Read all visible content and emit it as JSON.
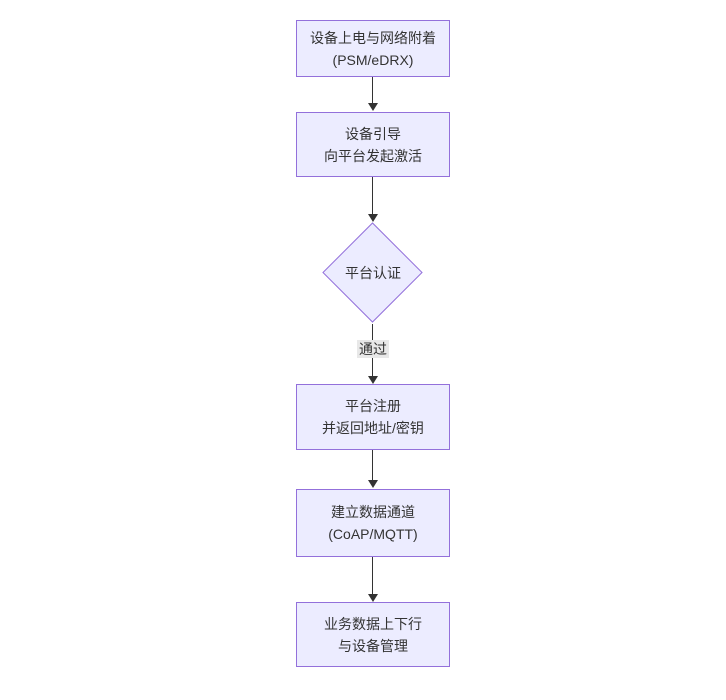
{
  "diagram": {
    "type": "flowchart",
    "direction": "top-down",
    "colors": {
      "background": "#ffffff",
      "node_fill": "#ECECFF",
      "node_border": "#9370DB",
      "edge_line": "#333333",
      "text": "#333333",
      "edge_label_bg": "#e8e8e8"
    },
    "nodes": [
      {
        "id": "power-attach",
        "shape": "rect",
        "lines": [
          "设备上电与网络附着",
          "(PSM/eDRX)"
        ]
      },
      {
        "id": "bootstrap-activate",
        "shape": "rect",
        "lines": [
          "设备引导",
          "向平台发起激活"
        ]
      },
      {
        "id": "platform-auth",
        "shape": "diamond",
        "lines": [
          "平台认证"
        ]
      },
      {
        "id": "platform-register",
        "shape": "rect",
        "lines": [
          "平台注册",
          "并返回地址/密钥"
        ]
      },
      {
        "id": "data-channel",
        "shape": "rect",
        "lines": [
          "建立数据通道",
          "(CoAP/MQTT)"
        ]
      },
      {
        "id": "business-data",
        "shape": "rect",
        "lines": [
          "业务数据上下行",
          "与设备管理"
        ]
      }
    ],
    "edges": [
      {
        "from": "power-attach",
        "to": "bootstrap-activate",
        "label": ""
      },
      {
        "from": "bootstrap-activate",
        "to": "platform-auth",
        "label": ""
      },
      {
        "from": "platform-auth",
        "to": "platform-register",
        "label": "通过"
      },
      {
        "from": "platform-register",
        "to": "data-channel",
        "label": ""
      },
      {
        "from": "data-channel",
        "to": "business-data",
        "label": ""
      }
    ]
  }
}
